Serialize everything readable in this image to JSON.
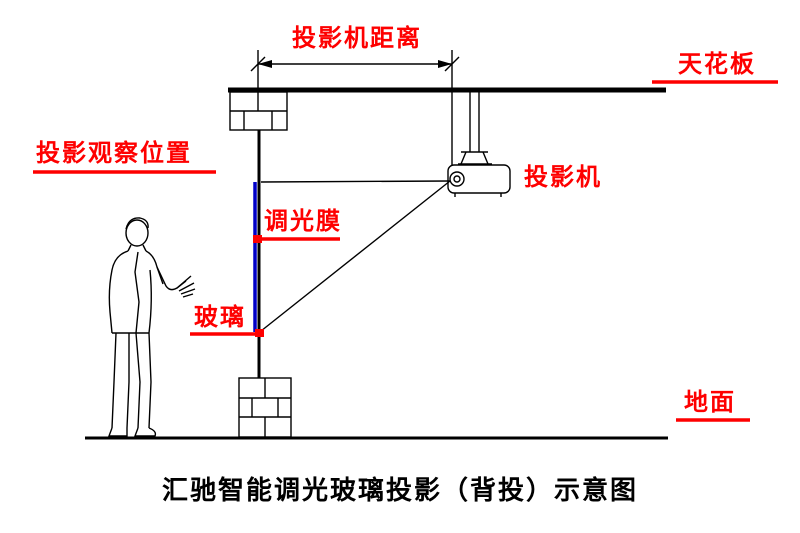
{
  "diagram": {
    "title": "汇驰智能调光玻璃投影（背投）示意图",
    "labels": {
      "projector_distance": "投影机距离",
      "ceiling": "天花板",
      "viewing_position": "投影观察位置",
      "projector": "投影机",
      "dimming_film": "调光膜",
      "glass": "玻璃",
      "ground": "地面"
    },
    "colors": {
      "label_red": "#fe0000",
      "film_blue": "#0000c8",
      "line_black": "#000000"
    }
  }
}
